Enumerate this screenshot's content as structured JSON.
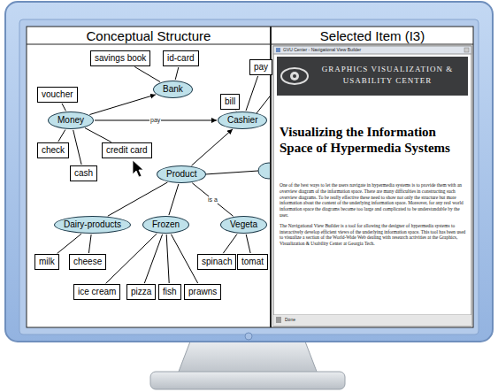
{
  "diagram": {
    "nodes": [
      {
        "text": [
          "savings book"
        ]
      },
      {
        "text": [
          "id-card"
        ]
      },
      {
        "text": [
          "Bank"
        ]
      },
      {
        "text": [
          "pay"
        ]
      },
      {
        "text": [
          "voucher"
        ]
      },
      {
        "text": [
          "bill"
        ]
      },
      {
        "text": [
          "Money"
        ]
      },
      {
        "text": [
          "Cashier"
        ]
      },
      {
        "text": [
          "check"
        ]
      },
      {
        "text": [
          "credit card"
        ]
      },
      {
        "text": [
          "cash"
        ]
      },
      {
        "text": [
          "Product"
        ]
      },
      {
        "text": [
          "Dairy-products"
        ]
      },
      {
        "text": [
          "Frozen"
        ]
      },
      {
        "text": [
          "Vegeta"
        ]
      },
      {
        "text": [
          "milk"
        ]
      },
      {
        "text": [
          "cheese"
        ]
      },
      {
        "text": [
          "spinach"
        ]
      },
      {
        "text": [
          "tomat"
        ]
      },
      {
        "text": [
          "ice cream"
        ]
      },
      {
        "text": [
          "pizza"
        ]
      },
      {
        "text": [
          "fish"
        ]
      },
      {
        "text": [
          "prawns"
        ]
      }
    ],
    "edges": [
      {
        "from": 2,
        "to": 0,
        "arrow": "none"
      },
      {
        "from": 2,
        "to": 1,
        "arrow": "none"
      },
      {
        "from": 6,
        "to": 2,
        "arrow": "to"
      },
      {
        "from": 6,
        "to": 4,
        "arrow": "none"
      },
      {
        "from": 7,
        "to": 5,
        "arrow": "none"
      },
      {
        "from": 7,
        "to": 3,
        "arrow": "none"
      },
      {
        "from": 6,
        "to": 7,
        "label": "pay",
        "arrow": "to"
      },
      {
        "from": 6,
        "to": 8,
        "arrow": "none"
      },
      {
        "from": 6,
        "to": 9,
        "arrow": "none"
      },
      {
        "from": 6,
        "to": 10,
        "arrow": "none"
      },
      {
        "from": 11,
        "to": 7,
        "arrow": "to"
      },
      {
        "from": 11,
        "to": 12,
        "arrow": "none"
      },
      {
        "from": 11,
        "to": 13,
        "arrow": "none"
      },
      {
        "from": 11,
        "to": 14,
        "label": "is a",
        "arrow": "none"
      },
      {
        "from": 12,
        "to": 15,
        "arrow": "none"
      },
      {
        "from": 12,
        "to": 16,
        "arrow": "none"
      },
      {
        "from": 14,
        "to": 17,
        "arrow": "none"
      },
      {
        "from": 14,
        "to": 18,
        "arrow": "none"
      },
      {
        "from": 13,
        "to": 19,
        "arrow": "none"
      },
      {
        "from": 13,
        "to": 20,
        "arrow": "none"
      },
      {
        "from": 13,
        "to": 21,
        "arrow": "none"
      },
      {
        "from": 13,
        "to": 22,
        "arrow": "none"
      }
    ],
    "labels": [
      "Conceptual Structure",
      "Selected Item (I3)",
      "GVU Center - Navigational View Builder",
      "GRAPHICS VISUALIZATION & USABILITY CENTER",
      "Visualizing the Information Space of Hypermedia Systems",
      "One of the best ways to let the users navigate in hypermedia systems is to provide them with an overview diagram of the information space. There are many difficulties in constructing such overview diagrams. To be really effective these need to show not only the structure but more information about the content of the underlying information space. Moreover, for any real world information space the diagrams become too large and complicated to be understandable by the user.",
      "The Navigational View Builder is a tool for allowing the designer of hypermedia systems to interactively develop efficient views of the underlying information space. This tool has been used to visualize a section of the World-Wide Web dealing with research activities at the Graphics, Visualization & Usability Center at Georgia Tech.",
      "Done"
    ]
  }
}
